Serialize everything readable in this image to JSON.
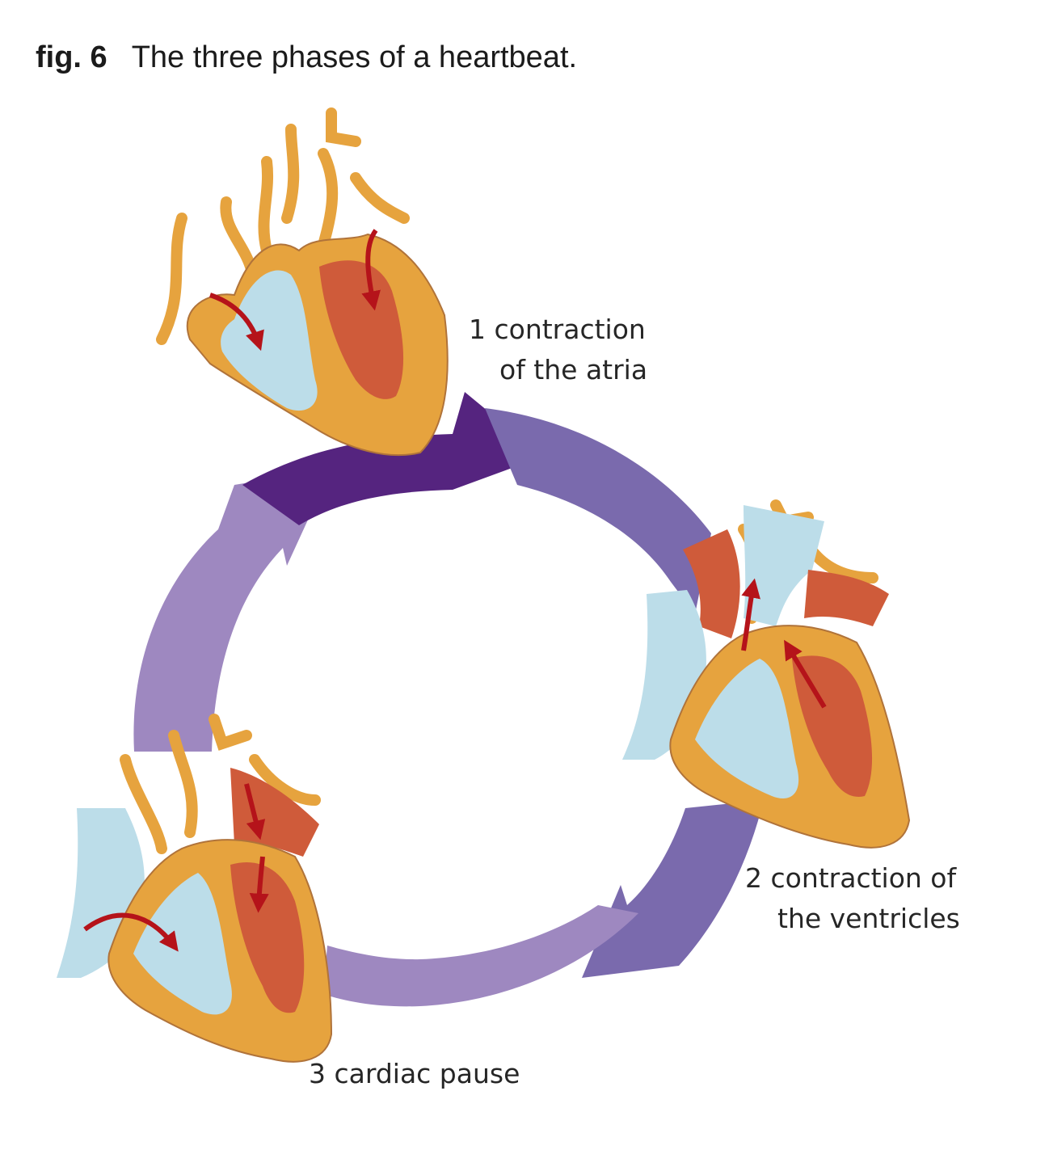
{
  "figure": {
    "number": "fig. 6",
    "caption": "The three phases of a heartbeat."
  },
  "phases": [
    {
      "line1": "1 contraction",
      "line2": "of the atria"
    },
    {
      "line1": "2 contraction of",
      "line2": "the ventricles"
    },
    {
      "line1": "3 cardiac pause",
      "line2": ""
    }
  ],
  "colors": {
    "arrow_dark": "#55247f",
    "arrow_mid": "#7a6aad",
    "arrow_light": "#9e88c0",
    "heart_wall": "#e6a33e",
    "heart_wall_outline": "#b0733a",
    "deoxygenated": "#bcdde9",
    "oxygenated": "#cf5b3a",
    "flow_arrow": "#b5131a"
  }
}
